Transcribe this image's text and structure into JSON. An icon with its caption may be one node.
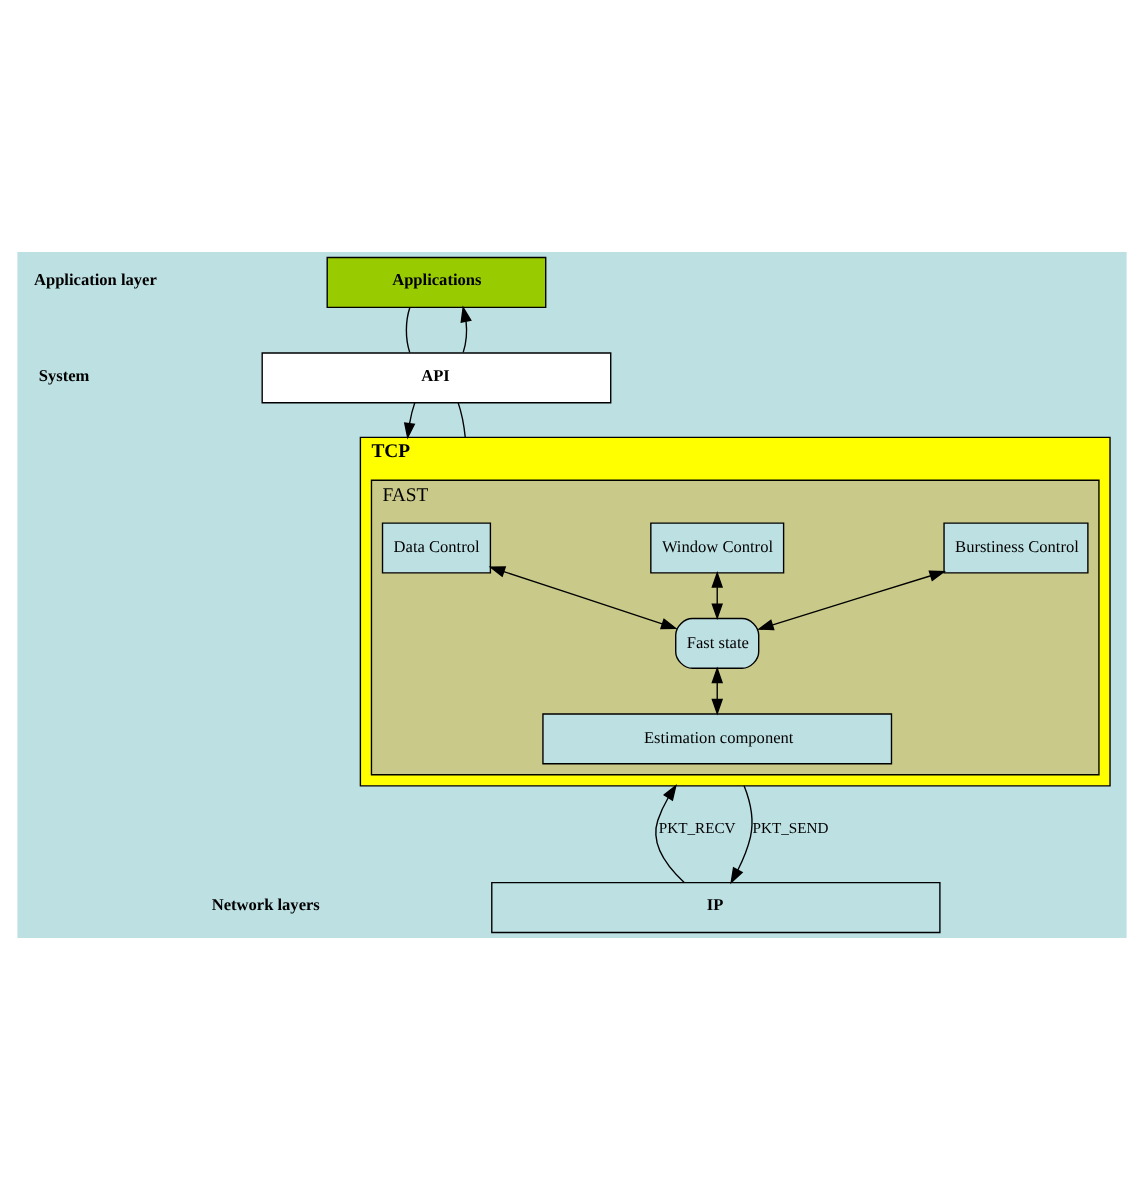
{
  "diagram": {
    "nodes": [
      {
        "text": [
          "Applications"
        ]
      },
      {
        "text": [
          "API"
        ]
      },
      {
        "text": [
          "TCP"
        ]
      },
      {
        "text": [
          "FAST"
        ],
        "in": 2
      },
      {
        "text": [
          "Data Control"
        ],
        "in": 3
      },
      {
        "text": [
          "Window Control"
        ],
        "in": 3
      },
      {
        "text": [
          "Burstiness Control"
        ],
        "in": 3
      },
      {
        "text": [
          "Fast state"
        ],
        "in": 3
      },
      {
        "text": [
          "Estimation component"
        ],
        "in": 3
      },
      {
        "text": [
          "IP"
        ]
      }
    ],
    "edges": [
      {
        "from": 0,
        "to": 1,
        "arrow": "none"
      },
      {
        "from": 1,
        "to": 2,
        "arrow": "to"
      },
      {
        "from": 2,
        "to": 1,
        "arrow": "none"
      },
      {
        "from": 1,
        "to": 0,
        "arrow": "to"
      },
      {
        "from": 4,
        "to": 7,
        "arrow": "both"
      },
      {
        "from": 5,
        "to": 7,
        "arrow": "both"
      },
      {
        "from": 6,
        "to": 7,
        "arrow": "both"
      },
      {
        "from": 7,
        "to": 8,
        "arrow": "both"
      },
      {
        "from": 9,
        "to": 2,
        "arrow": "to",
        "label": "PKT_RECV"
      },
      {
        "from": 2,
        "to": 9,
        "arrow": "to",
        "label": "PKT_SEND"
      }
    ],
    "labels": [
      "Application layer",
      "System",
      "Network layers"
    ]
  }
}
